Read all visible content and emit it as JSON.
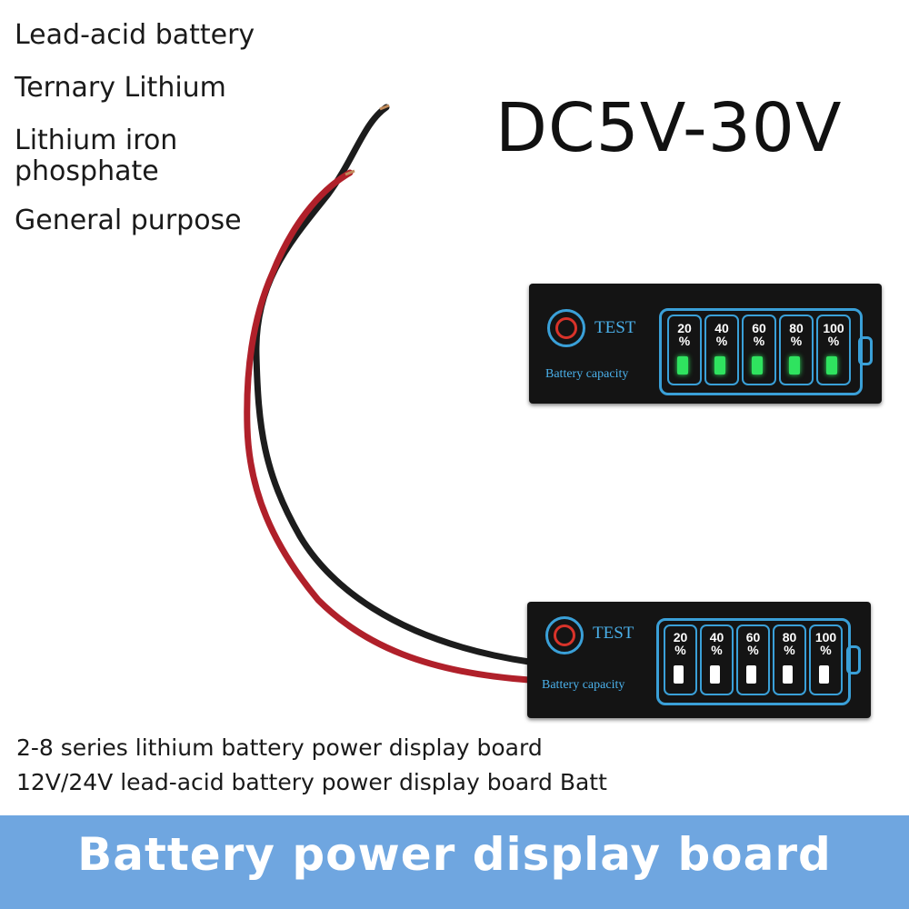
{
  "battery_types": [
    "Lead-acid battery",
    "Ternary Lithium",
    "Lithium iron",
    "phosphate",
    "General purpose"
  ],
  "voltage_range": "DC5V-30V",
  "board_labels": {
    "test": "TEST",
    "capacity": "Battery capacity",
    "percent_levels": [
      "20",
      "40",
      "60",
      "80",
      "100"
    ],
    "percent_sign": "%"
  },
  "colors": {
    "led_on": "#2fe35f",
    "led_off": "#ffffff",
    "board_accent": "#3aa0d8",
    "power_ring": "#d8332a",
    "banner": "#6fa6e0"
  },
  "descriptions": [
    "2-8 series lithium battery power display board",
    "12V/24V lead-acid battery power display board Batt"
  ],
  "banner_title": "Battery power display board"
}
